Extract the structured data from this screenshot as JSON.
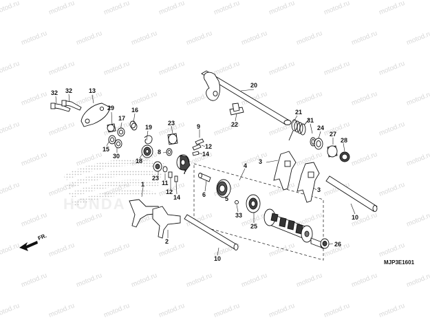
{
  "watermark": {
    "text": "motod.ru"
  },
  "brand": {
    "wordmark": "HONDA"
  },
  "diagram_code": "MJP3E1601",
  "front_label": "FR.",
  "callouts": {
    "c1": "1",
    "c2": "2",
    "c3a": "3",
    "c3b": "3",
    "c4": "4",
    "c5": "5",
    "c6": "6",
    "c7": "7",
    "c8": "8",
    "c9": "9",
    "c10a": "10",
    "c10b": "10",
    "c11": "11",
    "c12a": "12",
    "c12b": "12",
    "c13": "13",
    "c14a": "14",
    "c14b": "14",
    "c15": "15",
    "c16": "16",
    "c17": "17",
    "c18": "18",
    "c19": "19",
    "c20": "20",
    "c21": "21",
    "c22": "22",
    "c23a": "23",
    "c23b": "23",
    "c24": "24",
    "c25": "25",
    "c26": "26",
    "c27": "27",
    "c28": "28",
    "c29": "29",
    "c30": "30",
    "c31": "31",
    "c32a": "32",
    "c32b": "32",
    "c33": "33"
  },
  "colors": {
    "line": "#111111",
    "part_fill": "#ffffff",
    "shade": "#cfcfcf",
    "watermark": "#d8d8d8"
  }
}
